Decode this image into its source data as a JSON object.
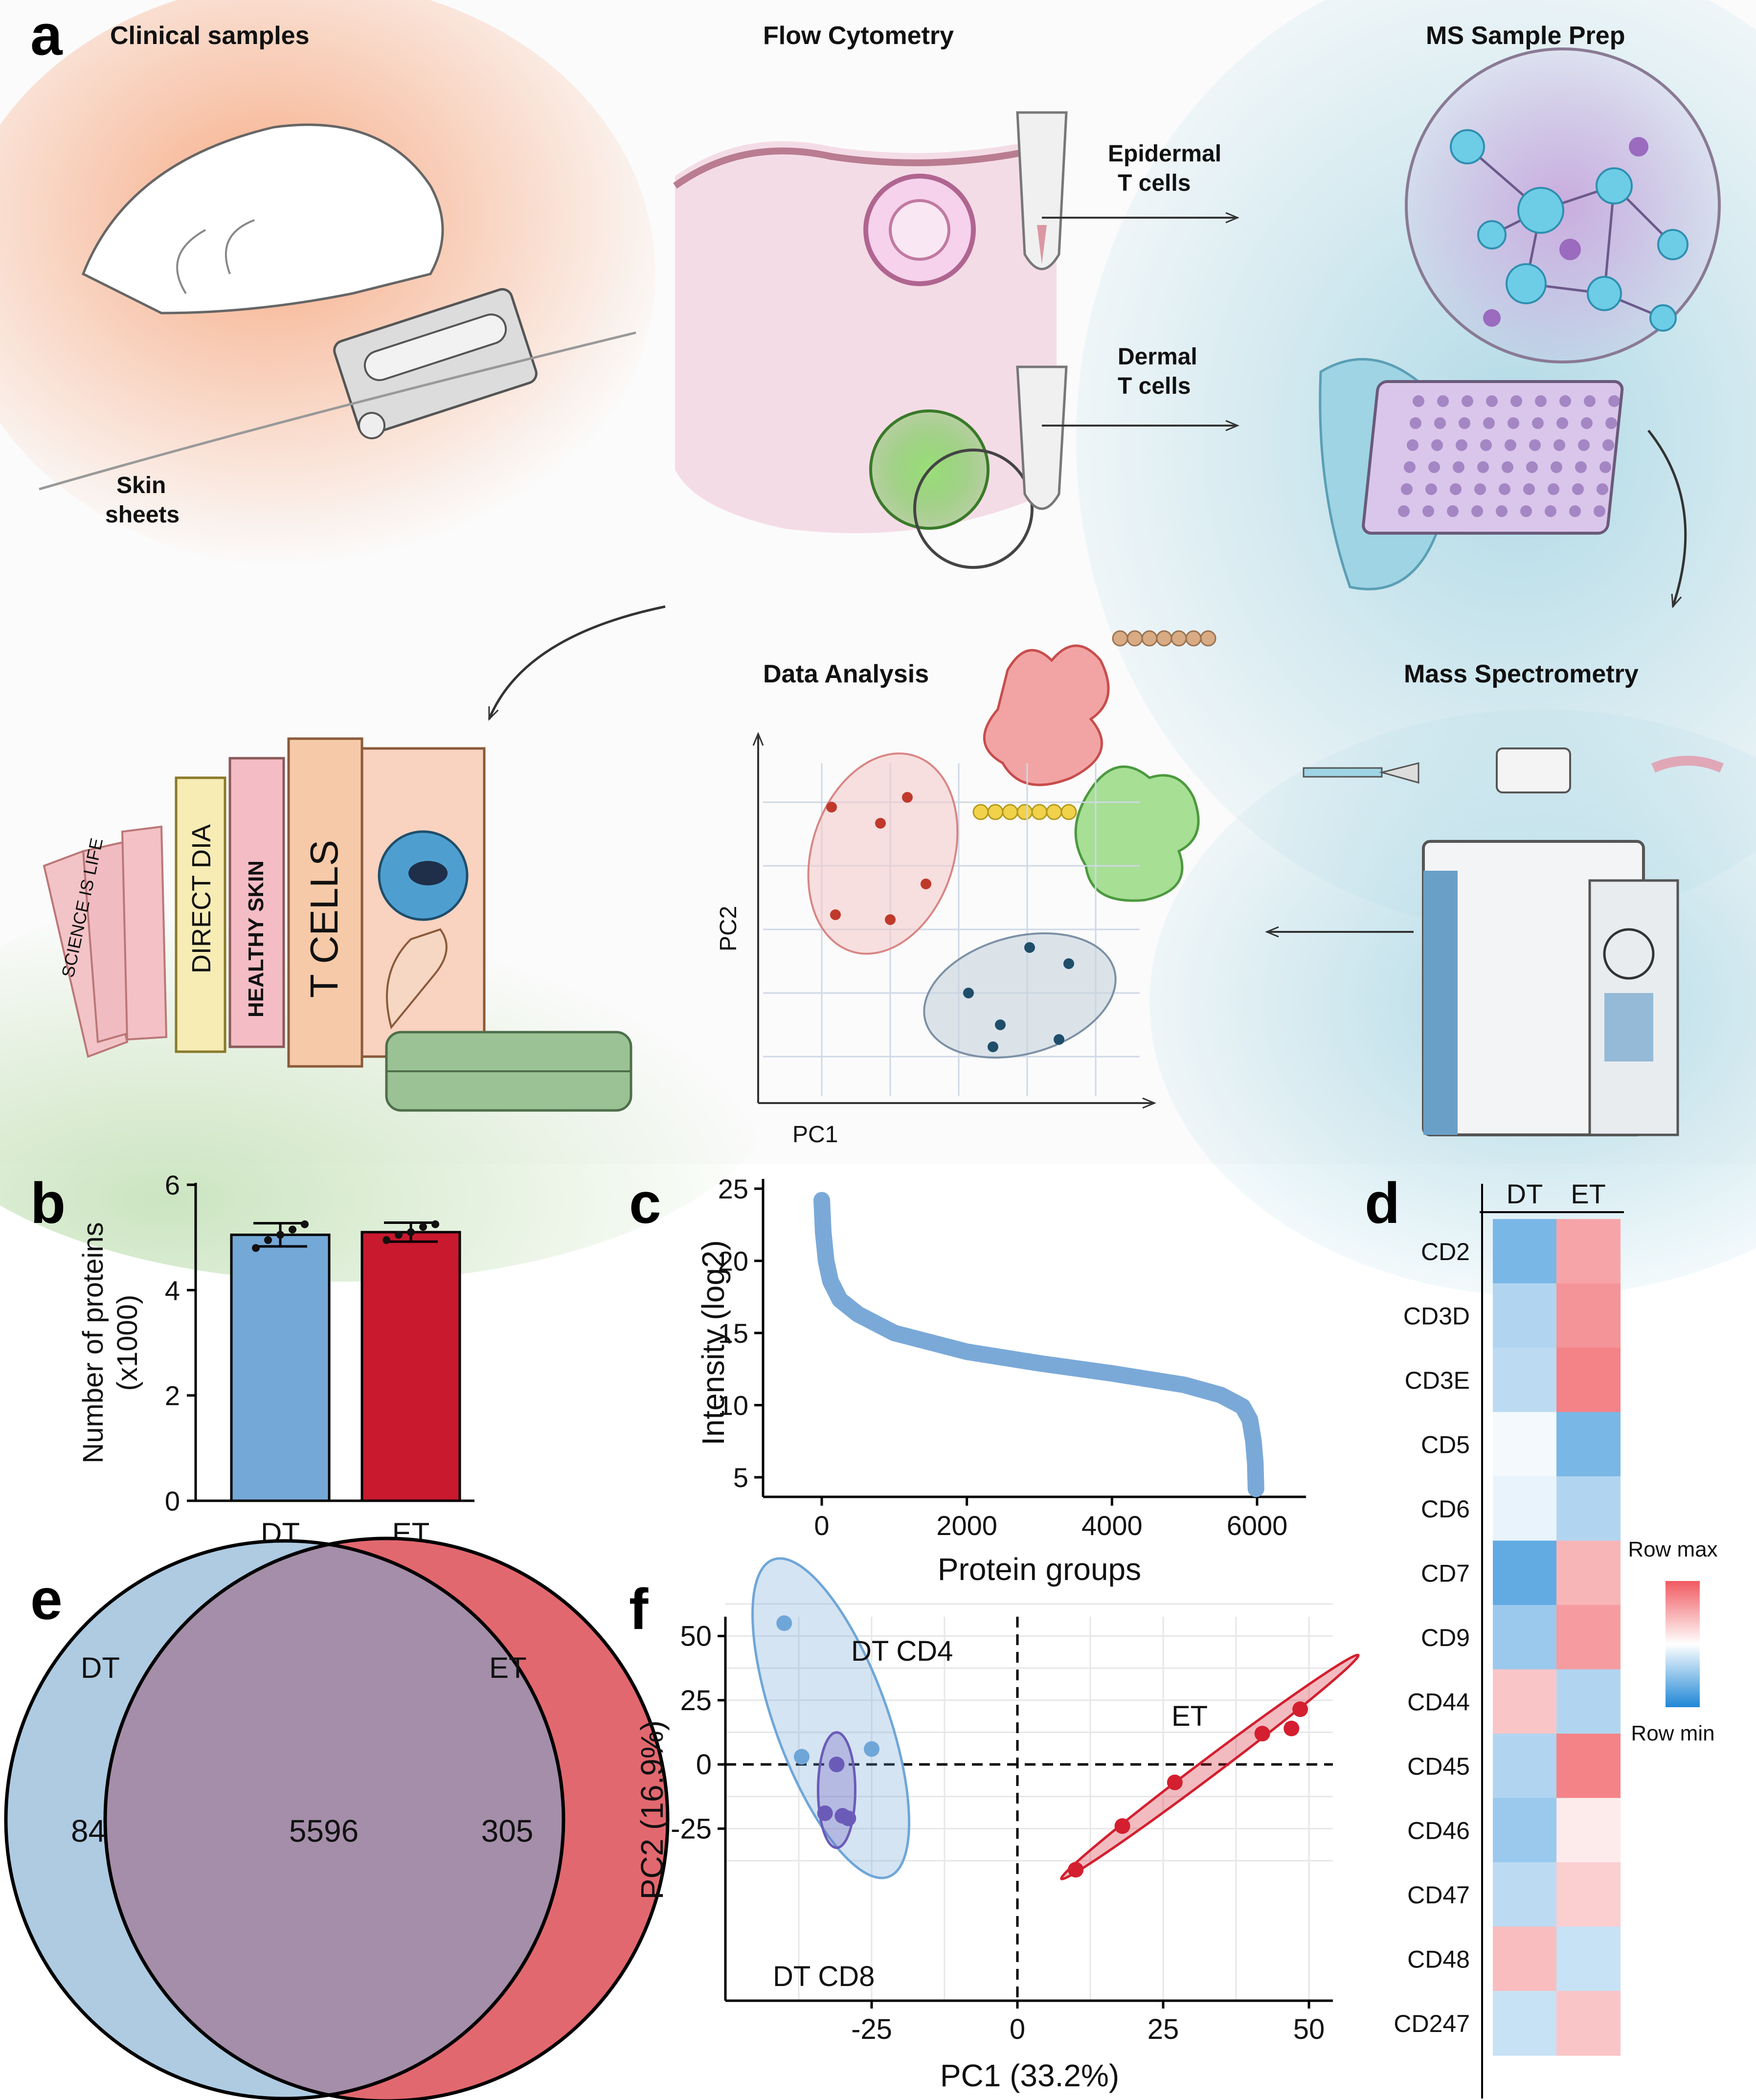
{
  "panel_letters": {
    "a": "a",
    "b": "b",
    "c": "c",
    "d": "d",
    "e": "e",
    "f": "f"
  },
  "panel_a": {
    "stages": {
      "clinical": "Clinical samples",
      "flow": "Flow Cytometry",
      "ms_prep": "MS Sample Prep",
      "data": "Data Analysis",
      "mass_spec": "Mass Spectrometry"
    },
    "labels": {
      "skin_1": "Skin",
      "skin_2": "sheets",
      "epi_1": "Epidermal",
      "epi_2": "T cells",
      "der_1": "Dermal",
      "der_2": "T cells",
      "pc1": "PC1",
      "pc2": "PC2"
    },
    "books": {
      "b1": "SCIENCE IS LIFE",
      "b2": "DIRECT DIA",
      "b3": "HEALTHY SKIN",
      "b4": "T CELLS"
    },
    "colors": {
      "clinical_bg": "#f6b48f",
      "ms_bg": "#bfe2ec",
      "green_bg": "#cfe6c3",
      "cluster_red": "#c0392b",
      "cluster_blue": "#1f4e6b"
    },
    "icons": [
      "hand-with-dermatome-icon",
      "skin-section-icon",
      "tube-icon",
      "molecule-network-icon",
      "well-plate-icon",
      "protein-structure-icon",
      "mass-spectrometer-icon",
      "books-icon"
    ]
  },
  "chart_data": [
    {
      "id": "b",
      "type": "bar",
      "categories": [
        "DT",
        "ET"
      ],
      "values": [
        5.05,
        5.1
      ],
      "errors": [
        0.22,
        0.18
      ],
      "points": [
        [
          4.8,
          4.95,
          5.05,
          5.15,
          5.25
        ],
        [
          4.95,
          5.05,
          5.1,
          5.2,
          5.25
        ]
      ],
      "ylabel_1": "Number of proteins",
      "ylabel_2": "(x1000)",
      "ylim": [
        0,
        6
      ],
      "yticks": [
        "0",
        "2",
        "4",
        "6"
      ],
      "colors": [
        "#74a8d6",
        "#c8192e"
      ]
    },
    {
      "id": "c",
      "type": "scatter",
      "xlabel": "Protein groups",
      "ylabel": "Intensity (log2)",
      "xlim": [
        0,
        6000
      ],
      "ylim": [
        4,
        25
      ],
      "xticks": [
        "0",
        "2000",
        "4000",
        "6000"
      ],
      "yticks": [
        "5",
        "10",
        "15",
        "20",
        "25"
      ],
      "curve": [
        [
          0,
          24.2
        ],
        [
          20,
          22.0
        ],
        [
          60,
          20.0
        ],
        [
          120,
          18.6
        ],
        [
          250,
          17.3
        ],
        [
          500,
          16.3
        ],
        [
          1000,
          15.0
        ],
        [
          2000,
          13.7
        ],
        [
          3000,
          12.9
        ],
        [
          4000,
          12.2
        ],
        [
          5000,
          11.4
        ],
        [
          5500,
          10.7
        ],
        [
          5800,
          9.9
        ],
        [
          5900,
          9.0
        ],
        [
          5950,
          7.5
        ],
        [
          5975,
          6.0
        ],
        [
          5985,
          4.2
        ]
      ],
      "color": "#7aa9d8"
    },
    {
      "id": "d",
      "type": "heatmap",
      "columns": [
        "DT",
        "ET"
      ],
      "rows": [
        "CD2",
        "CD3D",
        "CD3E",
        "CD5",
        "CD6",
        "CD7",
        "CD9",
        "CD44",
        "CD45",
        "CD46",
        "CD47",
        "CD48",
        "CD247"
      ],
      "values": [
        [
          -0.6,
          0.55
        ],
        [
          -0.35,
          0.65
        ],
        [
          -0.3,
          0.75
        ],
        [
          -0.05,
          -0.6
        ],
        [
          -0.1,
          -0.35
        ],
        [
          -0.7,
          0.45
        ],
        [
          -0.45,
          0.6
        ],
        [
          0.35,
          -0.35
        ],
        [
          -0.35,
          0.75
        ],
        [
          -0.45,
          0.12
        ],
        [
          -0.3,
          0.3
        ],
        [
          0.4,
          -0.25
        ],
        [
          -0.25,
          0.35
        ]
      ],
      "legend_max": "Row max",
      "legend_min": "Row min"
    },
    {
      "id": "e",
      "type": "venn",
      "sets": [
        "DT",
        "ET"
      ],
      "only_dt": "84",
      "both": "5596",
      "only_et": "305",
      "colors": {
        "dt": "#aecbe2",
        "et": "#e2686f",
        "overlap": "#a48ea9"
      }
    },
    {
      "id": "f",
      "type": "scatter",
      "xlabel": "PC1 (33.2%)",
      "ylabel": "PC2 (16.9%)",
      "xlim": [
        -50,
        55
      ],
      "ylim": [
        -42,
        65
      ],
      "xticks": [
        -25,
        0,
        25,
        50
      ],
      "xtick_labels": [
        "-25",
        "0",
        "25",
        "50"
      ],
      "yticks": [
        50,
        25,
        0,
        -25
      ],
      "ytick_labels": [
        "50",
        "25",
        "0",
        "-25"
      ],
      "series": [
        {
          "name": "DT CD4",
          "color": "#6fa6d8",
          "points": [
            [
              -40,
              55
            ],
            [
              -37,
              3
            ],
            [
              -25,
              6
            ]
          ]
        },
        {
          "name": "DT CD8",
          "color": "#6b5bb8",
          "points": [
            [
              -31,
              0
            ],
            [
              -33,
              -19
            ],
            [
              -30,
              -20
            ],
            [
              -29,
              -21
            ]
          ]
        },
        {
          "name": "ET",
          "color": "#d31f2f",
          "points": [
            [
              10,
              -41
            ],
            [
              18,
              -24
            ],
            [
              27,
              -7
            ],
            [
              42,
              12
            ],
            [
              47,
              14
            ],
            [
              48.5,
              21.5
            ]
          ]
        }
      ]
    }
  ]
}
